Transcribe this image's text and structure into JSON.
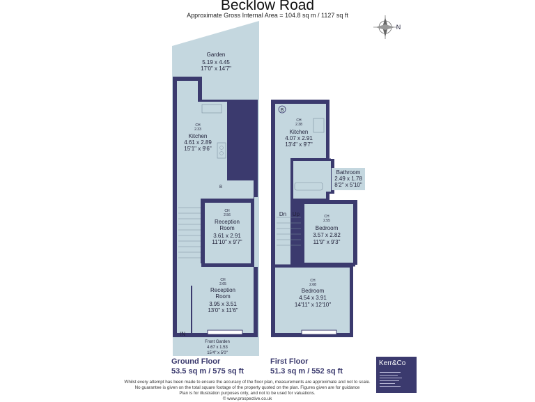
{
  "header": {
    "title": "Becklow Road",
    "subtitle": "Approximate Gross Internal Area = 104.8 sq m / 1127 sq ft"
  },
  "compass": {
    "letter": "N",
    "icon": "compass-icon"
  },
  "ground_floor": {
    "heading": "Ground Floor",
    "area": "53.5 sq m / 575 sq ft",
    "garden": {
      "name": "Garden",
      "metric": "5.19 x 4.45",
      "imperial": "17'0\" x 14'7\""
    },
    "kitchen": {
      "ch": "CH",
      "height": "2.33",
      "name": "Kitchen",
      "metric": "4.61 x 2.89",
      "imperial": "15'1\" x 9'6\""
    },
    "reception1": {
      "ch": "CH",
      "height": "2.56",
      "name_line1": "Reception",
      "name_line2": "Room",
      "metric": "3.61 x 2.91",
      "imperial": "11'10\" x 9'7\""
    },
    "reception2": {
      "ch": "CH",
      "height": "2.65",
      "name_line1": "Reception",
      "name_line2": "Room",
      "metric": "3.95 x 3.51",
      "imperial": "13'0\" x 11'6\""
    },
    "front_garden": {
      "name": "Front Garden",
      "metric": "4.67 x 1.53",
      "imperial": "15'4\" x 5'0\""
    },
    "entrance": "IN",
    "boiler": "B"
  },
  "first_floor": {
    "heading": "First Floor",
    "area": "51.3 sq m / 552 sq ft",
    "kitchen": {
      "ch": "CH",
      "height": "2.38",
      "name": "Kitchen",
      "metric": "4.07 x 2.91",
      "imperial": "13'4\" x 9'7\""
    },
    "bathroom": {
      "name": "Bathroom",
      "metric": "2.49 x 1.78",
      "imperial": "8'2\" x 5'10\""
    },
    "bedroom1": {
      "ch": "CH",
      "height": "2.55",
      "name": "Bedroom",
      "metric": "3.57 x 2.82",
      "imperial": "11'9\" x 9'3\""
    },
    "bedroom2": {
      "ch": "CH",
      "height": "2.68",
      "name": "Bedroom",
      "metric": "4.54 x 3.91",
      "imperial": "14'11\" x 12'10\""
    },
    "stairs_down": "Dn",
    "stairs_up": "Up",
    "boiler": "B"
  },
  "agent": {
    "name": "Kerr&Co"
  },
  "disclaimer": {
    "line1": "Whilst every attempt has been made to ensure the accuracy of the floor plan, measurements are approximate and not to scale.",
    "line2": "No guarantee is given on the total square footage of the property quoted on the plan. Figures given are for guidance",
    "line3": "Plan is for illustration purposes only, and not to be used for valuations.",
    "line4": "© www.prospective.co.uk"
  },
  "colors": {
    "wall": "#3b3a6e",
    "room_fill": "#c4d7df",
    "brand": "#3b3a6e"
  }
}
